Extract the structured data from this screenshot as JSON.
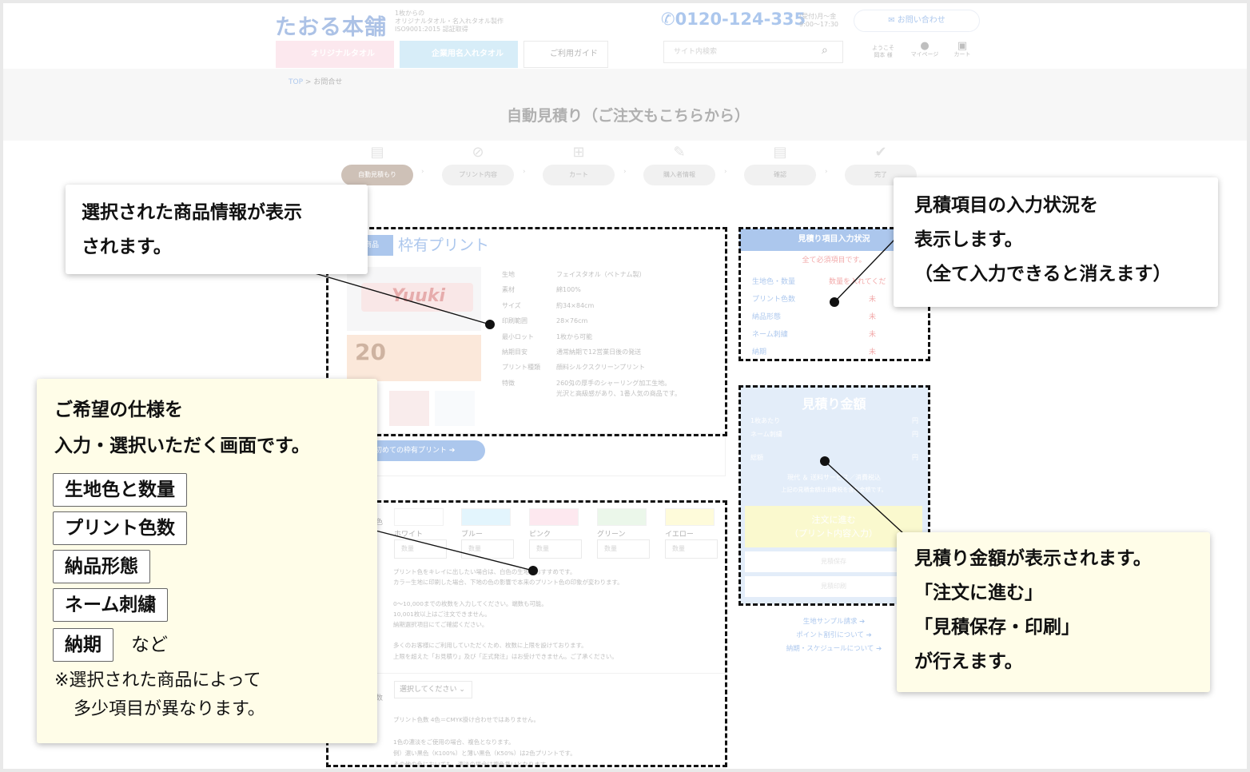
{
  "header": {
    "logo": "たおる本舗",
    "tagline": [
      "1枚からの",
      "オリジナルタオル・名入れタオル製作",
      "ISO9001:2015 認証取得"
    ],
    "phone": "0120-124-335",
    "hours": [
      "(受付)月～金",
      "9:00～17:30"
    ],
    "contact_label": "お問い合わせ",
    "nav": [
      "オリジナルタオル",
      "企業用名入れタオル",
      "ご利用ガイド"
    ],
    "search_placeholder": "サイト内検索",
    "welcome": [
      "ようこそ",
      "岡本 様"
    ],
    "mypage_label": "マイページ",
    "cart_label": "カート"
  },
  "breadcrumb": {
    "top": "TOP",
    "sep": ">",
    "current": "お問合せ"
  },
  "page_title": "自動見積り（ご注文もこちらから）",
  "steps": [
    "自動見積もり",
    "プリント内容",
    "カート",
    "購入者情報",
    "確認",
    "完了"
  ],
  "product": {
    "badge": "商品",
    "name": "枠有プリント",
    "towel_text": "Yuuki",
    "towel2_text": "20",
    "specs": [
      {
        "k": "生地",
        "v": "フェイスタオル（ベトナム製）"
      },
      {
        "k": "素材",
        "v": "綿100%"
      },
      {
        "k": "サイズ",
        "v": "約34×84cm"
      },
      {
        "k": "印刷範囲",
        "v": "28×76cm"
      },
      {
        "k": "最小ロット",
        "v": "1枚から可能"
      },
      {
        "k": "納期目安",
        "v": "通常納期で12営業日後の発送"
      },
      {
        "k": "プリント種類",
        "v": "顔料シルクスクリーンプリント"
      },
      {
        "k": "特徴",
        "v": "260匁の厚手のシャーリング加工生地。"
      },
      {
        "k": "",
        "v": "光沢と高級感があり、1番人気の商品です。"
      }
    ],
    "first_button": "初めての枠有プリント ➔"
  },
  "form": {
    "colors": [
      "ホワイト",
      "ブルー",
      "ピンク",
      "グリーン",
      "イエロー"
    ],
    "swatch_colors": [
      "#ffffff",
      "#bde7fb",
      "#fbc9d9",
      "#cfeccd",
      "#fcf6a7"
    ],
    "qty_placeholder": "数量",
    "notes1": "プリント色をキレイに出したい場合は、白色の生地がおすすめです。\nカラー生地に印刷した場合、下地の色の影響で本来のプリント色の印象が変わります。\n\n0～10,000までの枚数を入力してください。端数も可能。\n10,001枚以上はご注文できません。\n納期選択項目にてご確認ください。\n\n多くのお客様にご利用していただくため、枚数に上限を設けております。\n上限を超えた「お見積り」及び「正式発注」はお受けできません。ご了承ください。",
    "select_label": "選択してください",
    "notes2": "プリント色数 4色＝CMYK掛け合わせではありません。\n\n1色の濃淡をご使用の場合、複色となります。\n例）濃い黒色（K100%）と薄い黒色（K50%）は2色プリントです。\nその他の色においても、濃淡の場合は複色扱いとなります。",
    "row_label_1": "色",
    "row_label_2": "数"
  },
  "status": {
    "title": "見積り項目入力状況",
    "required": "全て必須項目です。",
    "rows": [
      {
        "label": "生地色・数量",
        "mark": "数量を入れてくだ"
      },
      {
        "label": "プリント色数",
        "mark": "未"
      },
      {
        "label": "納品形態",
        "mark": "未"
      },
      {
        "label": "ネーム刺繍",
        "mark": "未"
      },
      {
        "label": "納期",
        "mark": "未"
      }
    ]
  },
  "price": {
    "title": "見積り金額",
    "lines": [
      {
        "label": "1枚あたり",
        "unit": "円"
      },
      {
        "label": "ネーム刺繍",
        "unit": "円"
      },
      {
        "label": "総額",
        "unit": "円"
      }
    ],
    "note1": "現代 ＆ 送料サービス／消費税込",
    "note2": "上記の見積金額は消費税を含む金額です。",
    "order_button": [
      "注文に進む",
      "（プリント内容入力）"
    ],
    "save_button": "見積保存",
    "print_button": "見積印刷",
    "links": [
      "生地サンプル請求 ➔",
      "ポイント割引について ➔",
      "納期・スケジュールについて ➔"
    ]
  },
  "callouts": {
    "product_info": [
      "選択された商品情報が表示",
      "されます。"
    ],
    "status_info": [
      "見積項目の入力状況を",
      "表示します。",
      "（全て入力できると消えます）"
    ],
    "form_info": [
      "ご希望の仕様を",
      "入力・選択いただく画面です。"
    ],
    "form_tags": [
      "生地色と数量",
      "プリント色数",
      "納品形態",
      "ネーム刺繍",
      "納期"
    ],
    "form_tags_suffix": "など",
    "form_note": [
      "※選択された商品によって",
      "多少項目が異なります。"
    ],
    "price_info": [
      "見積り金額が表示されます。",
      "「注文に進む」",
      "「見積保存・印刷」",
      "が行えます。"
    ]
  },
  "colors": {
    "accent": "#3a7bd5",
    "callout_yellow": "#fffde8",
    "required_red": "#e03030",
    "active_step": "#8a6b55"
  }
}
